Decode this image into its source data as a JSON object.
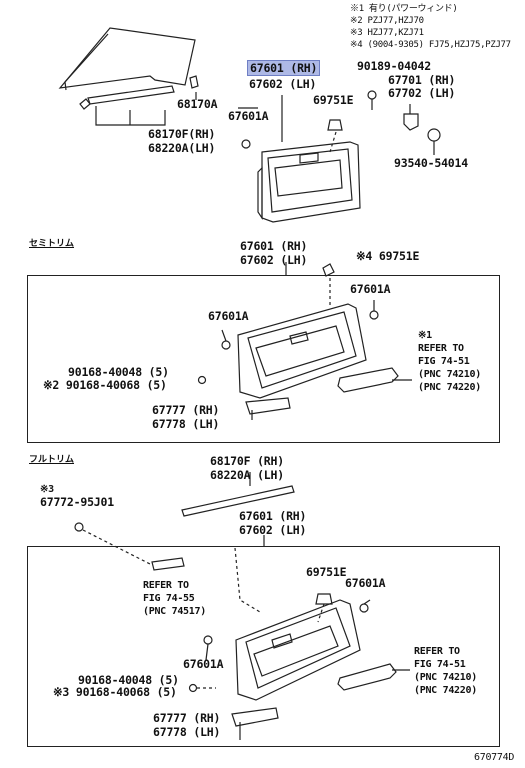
{
  "notes": [
    "※1 有り(パワーウィンド)",
    "※2 PZJ77,HZJ70",
    "※3 HZJ77,KZJ71",
    "※4 (9004-9305) FJ75,HZJ75,PZJ77"
  ],
  "top": {
    "part_67601_rh": "67601 (RH)",
    "part_67602_lh": "67602 (LH)",
    "part_90189": "90189-04042",
    "part_67701_rh": "67701 (RH)",
    "part_67702_lh": "67702 (LH)",
    "part_69751e": "69751E",
    "part_68170a": "68170A",
    "part_67601a": "67601A",
    "part_68170f_rh": "68170F(RH)",
    "part_68220a_lh": "68220A(LH)",
    "part_93540": "93540-54014"
  },
  "semi": {
    "title": "セミトリム",
    "part_67601_rh": "67601 (RH)",
    "part_67602_lh": "67602 (LH)",
    "part_69751e": "※4 69751E",
    "part_67601a_right": "67601A",
    "part_67601a_left": "67601A",
    "note_mark": "※1",
    "refer_1": "REFER TO",
    "refer_2": "FIG 74-51",
    "pnc_1": "(PNC 74210)",
    "pnc_2": "(PNC 74220)",
    "screw_1": "90168-40048 (5)",
    "screw_2": "※2 90168-40068 (5)",
    "part_67777_rh": "67777 (RH)",
    "part_67778_lh": "67778 (LH)"
  },
  "full": {
    "title": "フルトリム",
    "part_68170f_rh": "68170F (RH)",
    "part_68220a_lh": "68220A (LH)",
    "note_mark": "※3",
    "part_67772": "67772-95J01",
    "part_67601_rh": "67601 (RH)",
    "part_67602_lh": "67602 (LH)",
    "part_69751e": "69751E",
    "part_67601a_right": "67601A",
    "part_67601a_left": "67601A",
    "refer55_1": "REFER TO",
    "refer55_2": "FIG 74-55",
    "refer55_pnc": "(PNC 74517)",
    "refer51_1": "REFER TO",
    "refer51_2": "FIG 74-51",
    "refer51_pnc1": "(PNC 74210)",
    "refer51_pnc2": "(PNC 74220)",
    "screw_1": "90168-40048 (5)",
    "screw_2": "※3 90168-40068 (5)",
    "part_67777_rh": "67777 (RH)",
    "part_67778_lh": "67778 (LH)"
  },
  "figure_id": "670774D"
}
